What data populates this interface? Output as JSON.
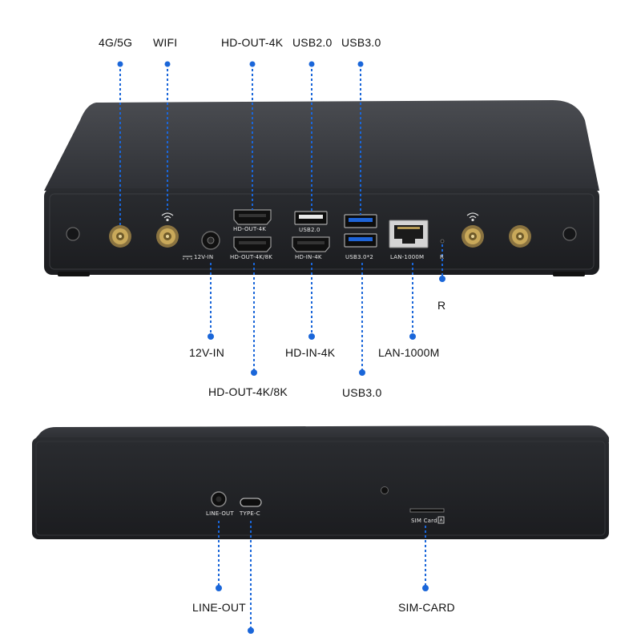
{
  "callouts": {
    "top_4g5g": "4G/5G",
    "top_wifi": "WIFI",
    "top_hdout4k": "HD-OUT-4K",
    "top_usb20": "USB2.0",
    "top_usb30": "USB3.0",
    "r": "R",
    "in_12v": "12V-IN",
    "hd_in_4k": "HD-IN-4K",
    "lan_1000m": "LAN-1000M",
    "hd_out_4k8k": "HD-OUT-4K/8K",
    "usb30_bottom": "USB3.0",
    "line_out": "LINE-OUT",
    "sim_card": "SIM-CARD"
  },
  "panel_labels": {
    "hd_out_4k": "HD-OUT-4K",
    "usb2": "USB2.0",
    "v12_in": "12V-IN",
    "hd_out_4k8k": "HD-OUT-4K/8K",
    "hd_in_4k": "HD-IN-4K",
    "usb3x2": "USB3.0*2",
    "lan": "LAN-1000M",
    "r": "R",
    "line_out": "LINE-OUT",
    "type_c": "TYPE-C",
    "sim_card": "SIM Card"
  },
  "colors": {
    "leader": "#1a66d9",
    "chassis": "#2b2d31",
    "text": "#111111"
  },
  "icons": [
    "wifi-icon",
    "sim-card-icon"
  ]
}
